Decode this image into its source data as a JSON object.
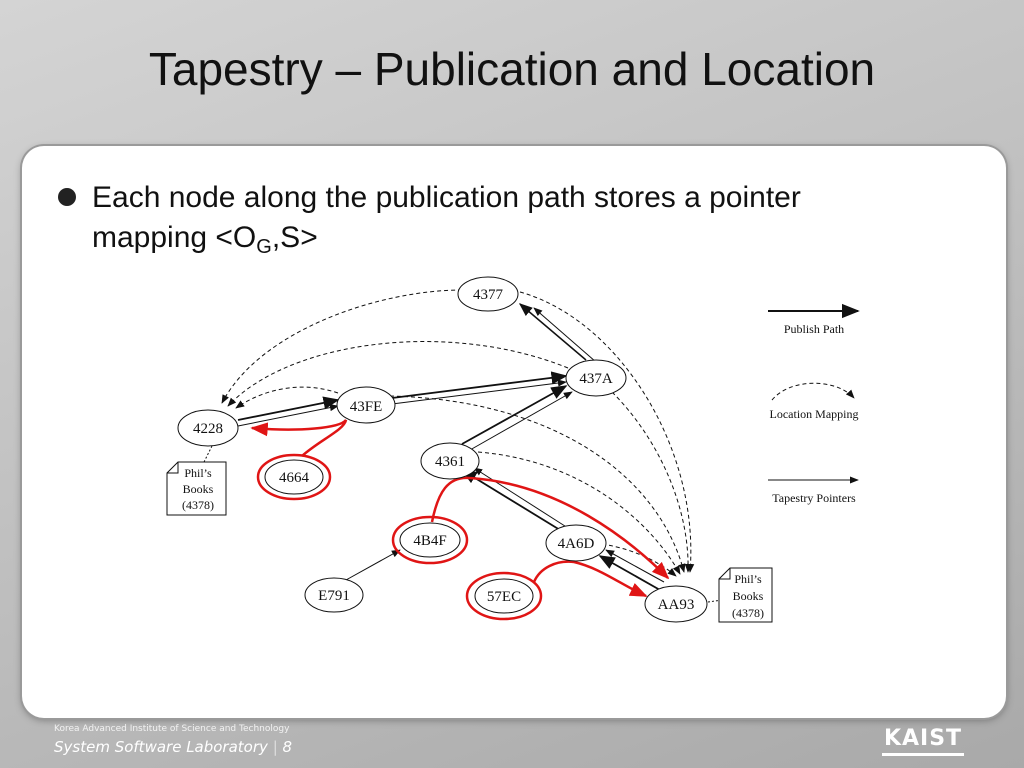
{
  "slide": {
    "title": "Tapestry – Publication and Location",
    "bullet": {
      "line1": "Each node along the publication path stores a pointer",
      "line2_prefix": "mapping <O",
      "line2_sub": "G",
      "line2_suffix": ",S>"
    }
  },
  "diagram": {
    "nodes": [
      {
        "id": "n4377",
        "label": "4377",
        "highlighted": false
      },
      {
        "id": "n437A",
        "label": "437A",
        "highlighted": false
      },
      {
        "id": "n43FE",
        "label": "43FE",
        "highlighted": false
      },
      {
        "id": "n4228",
        "label": "4228",
        "highlighted": false
      },
      {
        "id": "n4664",
        "label": "4664",
        "highlighted": true
      },
      {
        "id": "n4361",
        "label": "4361",
        "highlighted": false
      },
      {
        "id": "n4B4F",
        "label": "4B4F",
        "highlighted": true
      },
      {
        "id": "n4A6D",
        "label": "4A6D",
        "highlighted": false
      },
      {
        "id": "nE791",
        "label": "E791",
        "highlighted": false
      },
      {
        "id": "n57EC",
        "label": "57EC",
        "highlighted": true
      },
      {
        "id": "nAA93",
        "label": "AA93",
        "highlighted": false
      }
    ],
    "documents": [
      {
        "id": "doc-left",
        "lines": [
          "Phil’s",
          "Books",
          "(4378)"
        ]
      },
      {
        "id": "doc-right",
        "lines": [
          "Phil’s",
          "Books",
          "(4378)"
        ]
      }
    ],
    "legend": {
      "publish_path": "Publish Path",
      "location_mapping": "Location Mapping",
      "tapestry_pointers": "Tapestry Pointers"
    },
    "colors": {
      "highlight": "#e01515",
      "edge": "#111111"
    }
  },
  "footer": {
    "institute": "Korea Advanced Institute of Science and Technology",
    "lab": "System Software Laboratory",
    "separator": "|",
    "page": "8"
  },
  "logo": {
    "text": "KAIST"
  }
}
